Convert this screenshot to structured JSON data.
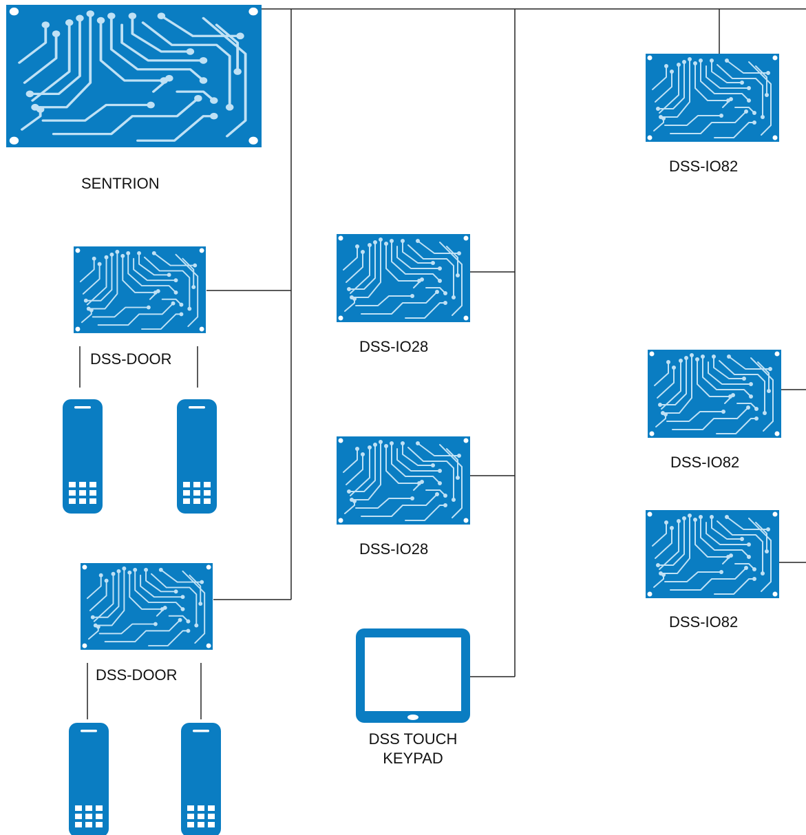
{
  "colors": {
    "device_blue": "#0a7dc2",
    "trace_light": "#bfe1f5",
    "wire": "#222222",
    "text": "#111111"
  },
  "nodes": {
    "controller": {
      "label": "SENTRION",
      "icon": "circuit-board"
    },
    "door_1": {
      "label": "DSS-DOOR",
      "icon": "circuit-board",
      "readers": [
        "keypad-reader",
        "keypad-reader"
      ]
    },
    "door_2": {
      "label": "DSS-DOOR",
      "icon": "circuit-board",
      "readers": [
        "keypad-reader",
        "keypad-reader"
      ]
    },
    "io28_1": {
      "label": "DSS-IO28",
      "icon": "circuit-board"
    },
    "io28_2": {
      "label": "DSS-IO28",
      "icon": "circuit-board"
    },
    "touch_keypad": {
      "label_line1": "DSS TOUCH",
      "label_line2": "KEYPAD",
      "icon": "tablet"
    },
    "io82_1": {
      "label": "DSS-IO82",
      "icon": "circuit-board"
    },
    "io82_2": {
      "label": "DSS-IO82",
      "icon": "circuit-board"
    },
    "io82_3": {
      "label": "DSS-IO82",
      "icon": "circuit-board"
    }
  }
}
